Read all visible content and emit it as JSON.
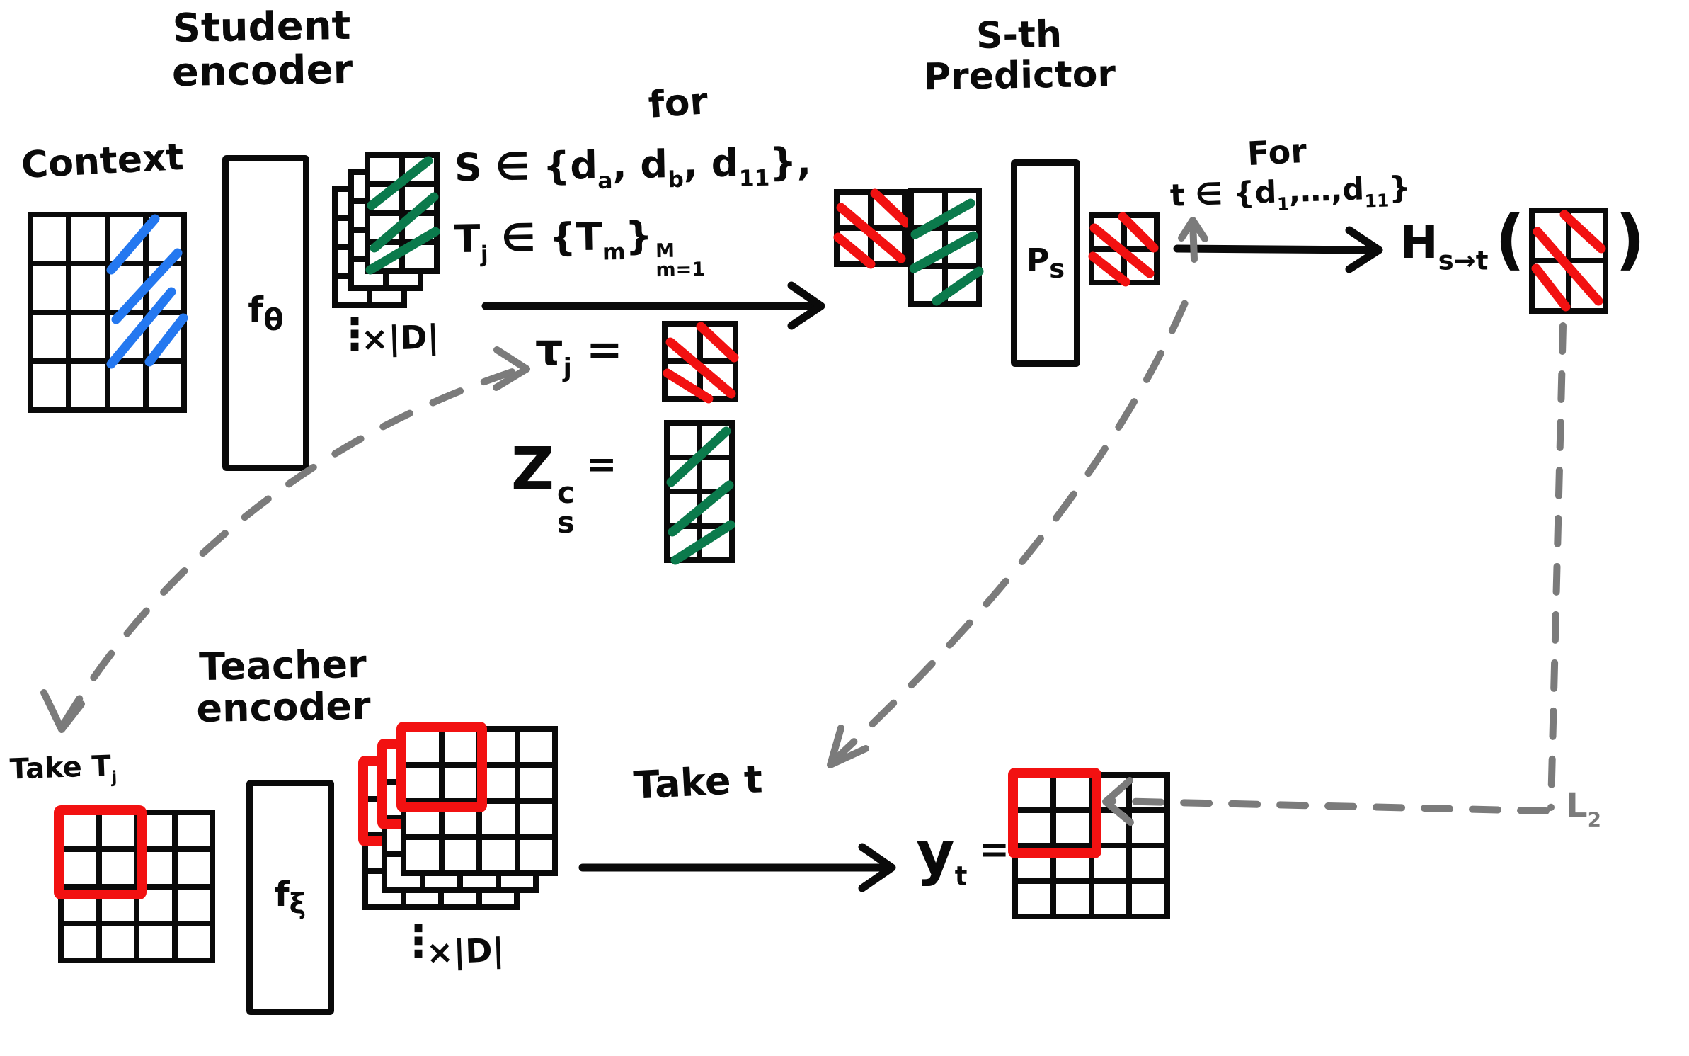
{
  "colors": {
    "ink": "#0a0a0a",
    "blue": "#2478f0",
    "green": "#0b7a4c",
    "red": "#f21111",
    "gray": "#7b7b7b",
    "paper": "#ffffff"
  },
  "student": {
    "title_line1": "Student",
    "title_line2": "encoder",
    "context_label": "Context",
    "encoder_fn_base": "f",
    "encoder_fn_sub": "θ",
    "stack_dots": "⋮",
    "stack_multiplier": "×|D|"
  },
  "loop_s": {
    "line1": "for",
    "line2": [
      "S ∈ {d",
      "a",
      ", d",
      "b",
      ", d",
      "11",
      "},"
    ],
    "line3": [
      "T",
      "j",
      " ∈ {T",
      "m",
      "}",
      "M",
      "m=1"
    ]
  },
  "tau": {
    "base": "τ",
    "sub": "j",
    "eq": "="
  },
  "z": {
    "base": "Z",
    "sup": "c",
    "sub": "s",
    "eq": "="
  },
  "predictor": {
    "title_line1": "S-th",
    "title_line2": "Predictor",
    "fn_base": "P",
    "fn_sub": "s"
  },
  "loop_t": {
    "line1": "For",
    "line2": [
      "t ∈ {d",
      "1",
      ",…,d",
      "11",
      "}"
    ]
  },
  "h": {
    "base": "H",
    "sub": "s→t",
    "open": "(",
    "close": ")"
  },
  "teacher": {
    "title_line1": "Teacher",
    "title_line2": "encoder",
    "take_tj": [
      "Take T",
      "j"
    ],
    "fn_base": "f",
    "fn_sub": "ξ",
    "stack_dots": "⋮",
    "stack_multiplier": "×|D|",
    "take_t": "Take t"
  },
  "y": {
    "base": "y",
    "sub": "t",
    "eq": "="
  },
  "loss": {
    "base": "L",
    "sub": "2"
  }
}
